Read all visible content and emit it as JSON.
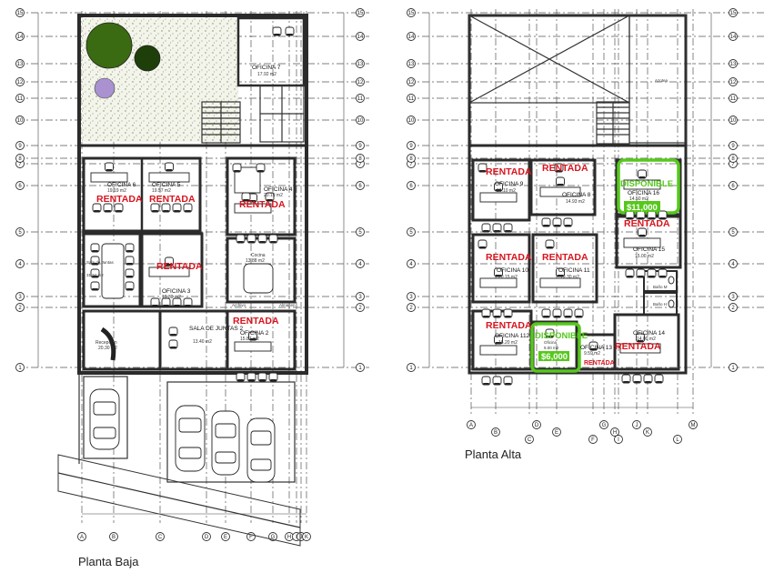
{
  "plans": {
    "ground": {
      "title": "Planta Baja",
      "rooms": {
        "oficina7": {
          "name": "OFICINA 7",
          "area": "17.92 m2"
        },
        "oficina6": {
          "name": "OFICINA 6",
          "area": "19.19 m2",
          "status": "RENTADA"
        },
        "oficina5": {
          "name": "OFICINA 5",
          "area": "19.57 m2",
          "status": "RENTADA"
        },
        "oficina4": {
          "name": "OFICINA 4",
          "area": "20.19 m2",
          "status": "RENTADA"
        },
        "sala_juntas": {
          "name": "Sala de Juntas",
          "area": "31.94 m2"
        },
        "oficina3": {
          "name": "OFICINA 3",
          "area": "19.30 m2",
          "status": "RENTADA"
        },
        "cocina": {
          "name": "Cocina",
          "area": "13.88 m2"
        },
        "archivo": {
          "name": "Archivo"
        },
        "almacen": {
          "name": "Almacen"
        },
        "recepcion": {
          "name": "Recepción",
          "area": "20.30 m2"
        },
        "sala_juntas2": {
          "name": "SALA DE JUNTAS 2",
          "area": "13.40 m2"
        },
        "oficina2": {
          "name": "OFICINA 2",
          "area": "15.87 m2",
          "status": "RENTADA"
        }
      }
    },
    "upper": {
      "title": "Planta Alta",
      "rooms": {
        "azotea": {
          "name": "Azotea"
        },
        "oficina9": {
          "name": "OFICINA 9",
          "area": "19.10 m2",
          "status": "RENTADA"
        },
        "oficina8": {
          "name": "OFICINA 8",
          "area": "14.93 m2",
          "status": "RENTADA"
        },
        "oficina16": {
          "name": "OFICINA 16",
          "area": "14.50 m2",
          "status": "DISPONIBLE",
          "price": "$11,000"
        },
        "oficina15": {
          "name": "OFICINA 15",
          "area": "15.00 m2",
          "status": "RENTADA"
        },
        "oficina10": {
          "name": "OFICINA 10",
          "area": "20.15 m2",
          "status": "RENTADA"
        },
        "oficina11": {
          "name": "OFICINA 11",
          "area": "19.30 m2",
          "status": "RENTADA"
        },
        "bano_m": {
          "name": "Baño M"
        },
        "bano_h": {
          "name": "Baño H"
        },
        "oficina112": {
          "name": "OFICINA 112",
          "area": "16.20 m2",
          "status": "RENTADA"
        },
        "oficina12": {
          "name": "Oficina",
          "area": "9.00 m2",
          "status": "DISPONIBLE",
          "price": "$6,000"
        },
        "oficina13": {
          "name": "OFICINA 13",
          "area": "9.59 m2",
          "status": "RENTADA"
        },
        "oficina14": {
          "name": "OFICINA 14",
          "area": "14.00 m2",
          "status": "RENTADA"
        }
      }
    }
  },
  "axes": {
    "left_columns": [
      "A",
      "B",
      "C",
      "D",
      "E",
      "F",
      "G",
      "H",
      "I",
      "J",
      "K",
      "M"
    ],
    "right_columns": [
      "A",
      "B",
      "C",
      "D",
      "E",
      "F",
      "G",
      "H",
      "I",
      "J",
      "K",
      "L",
      "M"
    ],
    "rows": [
      "1",
      "2",
      "3",
      "4",
      "5",
      "6",
      "7",
      "8",
      "9",
      "10",
      "11",
      "12",
      "13",
      "14",
      "15"
    ]
  },
  "colors": {
    "rented": "#d8141e",
    "available": "#56c81c",
    "garden": "#eef0e4",
    "tree_dark": "#3a6a12",
    "tree_light": "#6f9b2f",
    "tree_lavender": "#a992cf"
  }
}
